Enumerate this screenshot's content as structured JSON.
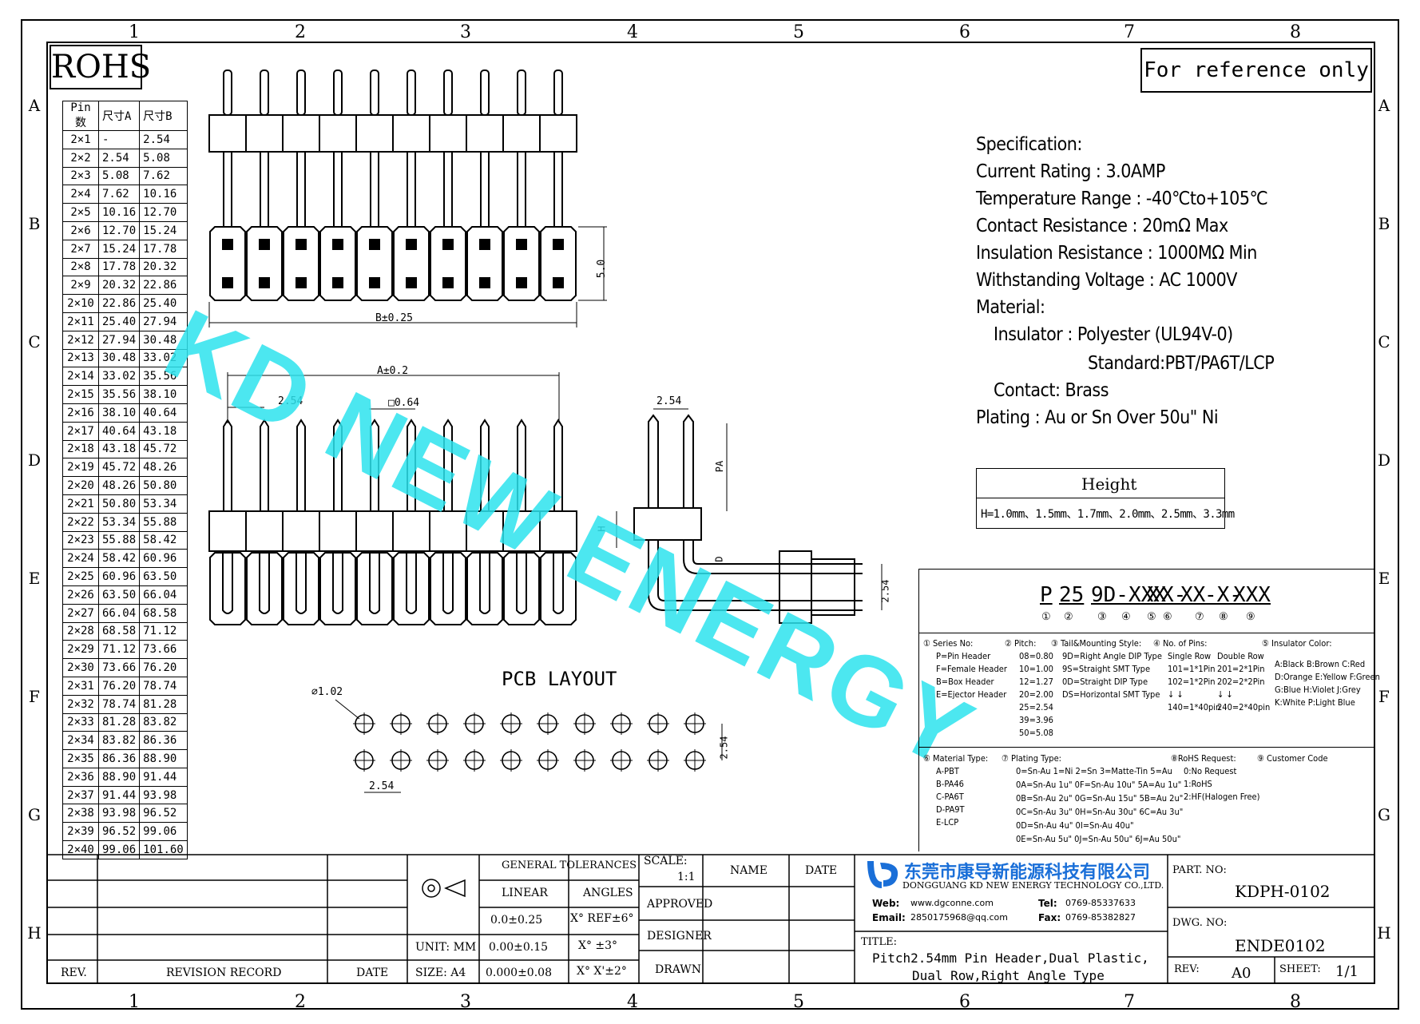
{
  "zones": {
    "cols": [
      "1",
      "2",
      "3",
      "4",
      "5",
      "6",
      "7",
      "8"
    ],
    "rows": [
      "A",
      "B",
      "C",
      "D",
      "E",
      "F",
      "G",
      "H"
    ]
  },
  "rohs": "ROHS",
  "reference_note": "For reference only",
  "pin_table": {
    "headers": [
      "Pin数",
      "尺寸A",
      "尺寸B"
    ],
    "rows": [
      [
        "2×1",
        "-",
        "2.54"
      ],
      [
        "2×2",
        "2.54",
        "5.08"
      ],
      [
        "2×3",
        "5.08",
        "7.62"
      ],
      [
        "2×4",
        "7.62",
        "10.16"
      ],
      [
        "2×5",
        "10.16",
        "12.70"
      ],
      [
        "2×6",
        "12.70",
        "15.24"
      ],
      [
        "2×7",
        "15.24",
        "17.78"
      ],
      [
        "2×8",
        "17.78",
        "20.32"
      ],
      [
        "2×9",
        "20.32",
        "22.86"
      ],
      [
        "2×10",
        "22.86",
        "25.40"
      ],
      [
        "2×11",
        "25.40",
        "27.94"
      ],
      [
        "2×12",
        "27.94",
        "30.48"
      ],
      [
        "2×13",
        "30.48",
        "33.02"
      ],
      [
        "2×14",
        "33.02",
        "35.56"
      ],
      [
        "2×15",
        "35.56",
        "38.10"
      ],
      [
        "2×16",
        "38.10",
        "40.64"
      ],
      [
        "2×17",
        "40.64",
        "43.18"
      ],
      [
        "2×18",
        "43.18",
        "45.72"
      ],
      [
        "2×19",
        "45.72",
        "48.26"
      ],
      [
        "2×20",
        "48.26",
        "50.80"
      ],
      [
        "2×21",
        "50.80",
        "53.34"
      ],
      [
        "2×22",
        "53.34",
        "55.88"
      ],
      [
        "2×23",
        "55.88",
        "58.42"
      ],
      [
        "2×24",
        "58.42",
        "60.96"
      ],
      [
        "2×25",
        "60.96",
        "63.50"
      ],
      [
        "2×26",
        "63.50",
        "66.04"
      ],
      [
        "2×27",
        "66.04",
        "68.58"
      ],
      [
        "2×28",
        "68.58",
        "71.12"
      ],
      [
        "2×29",
        "71.12",
        "73.66"
      ],
      [
        "2×30",
        "73.66",
        "76.20"
      ],
      [
        "2×31",
        "76.20",
        "78.74"
      ],
      [
        "2×32",
        "78.74",
        "81.28"
      ],
      [
        "2×33",
        "81.28",
        "83.82"
      ],
      [
        "2×34",
        "83.82",
        "86.36"
      ],
      [
        "2×35",
        "86.36",
        "88.90"
      ],
      [
        "2×36",
        "88.90",
        "91.44"
      ],
      [
        "2×37",
        "91.44",
        "93.98"
      ],
      [
        "2×38",
        "93.98",
        "96.52"
      ],
      [
        "2×39",
        "96.52",
        "99.06"
      ],
      [
        "2×40",
        "99.06",
        "101.60"
      ]
    ]
  },
  "spec": {
    "lines": [
      "Specification:",
      "Current Rating : 3.0AMP",
      "Temperature Range : -40℃to+105℃",
      "Contact Resistance : 20mΩ Max",
      "Insulation Resistance : 1000MΩ Min",
      "Withstanding Voltage : AC 1000V",
      "Material:",
      "Insulator : Polyester (UL94V-0)",
      "Standard:PBT/PA6T/LCP",
      "Contact: Brass",
      "Plating : Au or Sn Over 50u\" Ni"
    ]
  },
  "height_box": {
    "title": "Height",
    "values": "H=1.0mm、1.5mm、1.7mm、2.0mm、2.5mm、3.3mm"
  },
  "dims": {
    "top_b": "B±0.25",
    "top_5": "5.0",
    "front_a": "A±0.2",
    "front_254": "2.54",
    "front_064": "□0.64",
    "side_254": "2.54",
    "side_pa": "PA",
    "side_h": "H",
    "side_d": "D",
    "side_254b": "2.54",
    "pcb_title": "PCB LAYOUT",
    "pcb_dia": "⌀1.02",
    "pcb_254h": "2.54",
    "pcb_254v": "2.54"
  },
  "watermark": "KD NEW ENERGY",
  "partcode": {
    "segments": [
      "P",
      "25",
      "9D-XXX",
      "X",
      "X-",
      "XX",
      "-X-",
      "XXX"
    ],
    "nums": [
      "①",
      "②",
      "③",
      "④",
      "⑤",
      "⑥",
      "⑦",
      "⑧",
      "⑨"
    ]
  },
  "legend": {
    "series_title": "① Series No:",
    "series": [
      "P=Pin Header",
      "F=Female Header",
      "B=Box Header",
      "E=Ejector Header"
    ],
    "pitch_title": "② Pitch:",
    "pitch": [
      "08=0.80",
      "10=1.00",
      "12=1.27",
      "20=2.00",
      "25=2.54",
      "39=3.96",
      "50=5.08"
    ],
    "tail_title": "③ Tail&Mounting Style:",
    "tail": [
      "9D=Right Angle DIP Type",
      "9S=Straight SMT Type",
      "0D=Straight DIP Type",
      "DS=Horizontal SMT Type"
    ],
    "pins_title": "④ No. of Pins:",
    "pins_single": [
      "Single Row",
      "101=1*1Pin",
      "102=1*2Pin",
      "↓  ↓",
      "140=1*40pin"
    ],
    "pins_double": [
      "Double Row",
      "201=2*1Pin",
      "202=2*2Pin",
      "↓  ↓",
      "240=2*40pin"
    ],
    "color_title": "⑤ Insulator Color:",
    "colors": [
      "A:Black  B:Brown  C:Red",
      "D:Orange E:Yellow F:Green",
      "G:Blue   H:Violet J:Grey",
      "K:White  P:Light Blue"
    ],
    "material_title": "⑥ Material Type:",
    "materials": [
      "A-PBT",
      "B-PA46",
      "C-PA6T",
      "D-PA9T",
      "E-LCP"
    ],
    "plating_title": "⑦ Plating Type:",
    "plating": [
      "0=Sn-Au 1=Ni 2=Sn 3=Matte-Tin 5=Au",
      "0A=Sn-Au 1u\" 0F=Sn-Au 10u\" 5A=Au 1u\"",
      "0B=Sn-Au 2u\" 0G=Sn-Au 15u\" 5B=Au 2u\"",
      "0C=Sn-Au 3u\" 0H=Sn-Au 30u\" 6C=Au 3u\"",
      "0D=Sn-Au 4u\" 0I=Sn-Au 40u\"",
      "0E=Sn-Au 5u\" 0J=Sn-Au 50u\" 6J=Au 50u\""
    ],
    "rohs_title": "⑧RoHS Request:",
    "rohs": [
      "0:No Request",
      "1:RoHS",
      "2:HF(Halogen Free)"
    ],
    "customer_title": "⑨ Customer Code"
  },
  "titleblock": {
    "rev": "REV.",
    "revision_record": "REVISION RECORD",
    "date": "DATE",
    "general_tolerances": "GENERAL TOLERANCES",
    "linear": "LINEAR",
    "angles": "ANGLES",
    "tol1": "0.0±0.25",
    "ang1": "X° REF±6°",
    "unit": "UNIT: MM",
    "tol2": "0.00±0.15",
    "ang2": "X° ±3°",
    "size": "SIZE: A4",
    "tol3": "0.000±0.08",
    "ang3": "X° X'±2°",
    "scale": "SCALE:",
    "scale_val": "1:1",
    "name": "NAME",
    "date2": "DATE",
    "approved": "APPROVED",
    "designer": "DESIGNER",
    "drawn": "DRAWN",
    "company_cn": "东莞市康导新能源科技有限公司",
    "company_en": "DONGGUANG KD NEW ENERGY TECHNOLOGY CO.,LTD.",
    "web_label": "Web:",
    "web": "www.dgconne.com",
    "tel_label": "Tel:",
    "tel": "0769-85337633",
    "email_label": "Email:",
    "email": "2850175968@qq.com",
    "fax_label": "Fax:",
    "fax": "0769-85382827",
    "title_label": "TITLE:",
    "title_l1": "Pitch2.54mm Pin Header,Dual Plastic,",
    "title_l2": "Dual Row,Right Angle Type",
    "part_no_label": "PART. NO:",
    "part_no": "KDPH-0102",
    "dwg_no_label": "DWG. NO:",
    "dwg_no": "ENDE0102",
    "rev_label": "REV:",
    "rev_val": "A0",
    "sheet_label": "SHEET:",
    "sheet_val": "1/1"
  },
  "colors": {
    "watermark": "#2de3ee",
    "logo": "#1a6fd8"
  }
}
